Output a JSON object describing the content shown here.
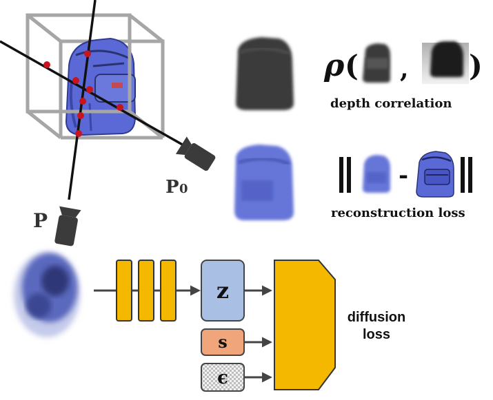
{
  "labels": {
    "camera_p0": "P",
    "camera_p0_sub": "0",
    "camera_p": "P",
    "depth_corr_title": "depth correlation",
    "rho": "ρ",
    "open_paren": "(",
    "comma": ",",
    "close_paren": ")",
    "recon_title": "reconstruction loss",
    "minus": "-",
    "z_label": "z",
    "s_label": "s",
    "eps_label": "ϵ",
    "diffusion_line1": "diffusion",
    "diffusion_line2": "loss"
  },
  "colors": {
    "backpack_blue": "#5a69d6",
    "backpack_dark": "#2a3270",
    "cube_gray": "#a6a6a6",
    "ray_black": "#111111",
    "sample_red": "#c8141e",
    "camera_gray": "#3b3b3b",
    "encoder_yellow": "#f5b800",
    "z_box": "#a9bfe4",
    "s_box": "#f0a57a",
    "eps_box": "#d9d9d9",
    "depth_gray": "#3a3a3a"
  },
  "icons": {
    "camera_p0": "camera-icon",
    "camera_p": "camera-icon"
  }
}
